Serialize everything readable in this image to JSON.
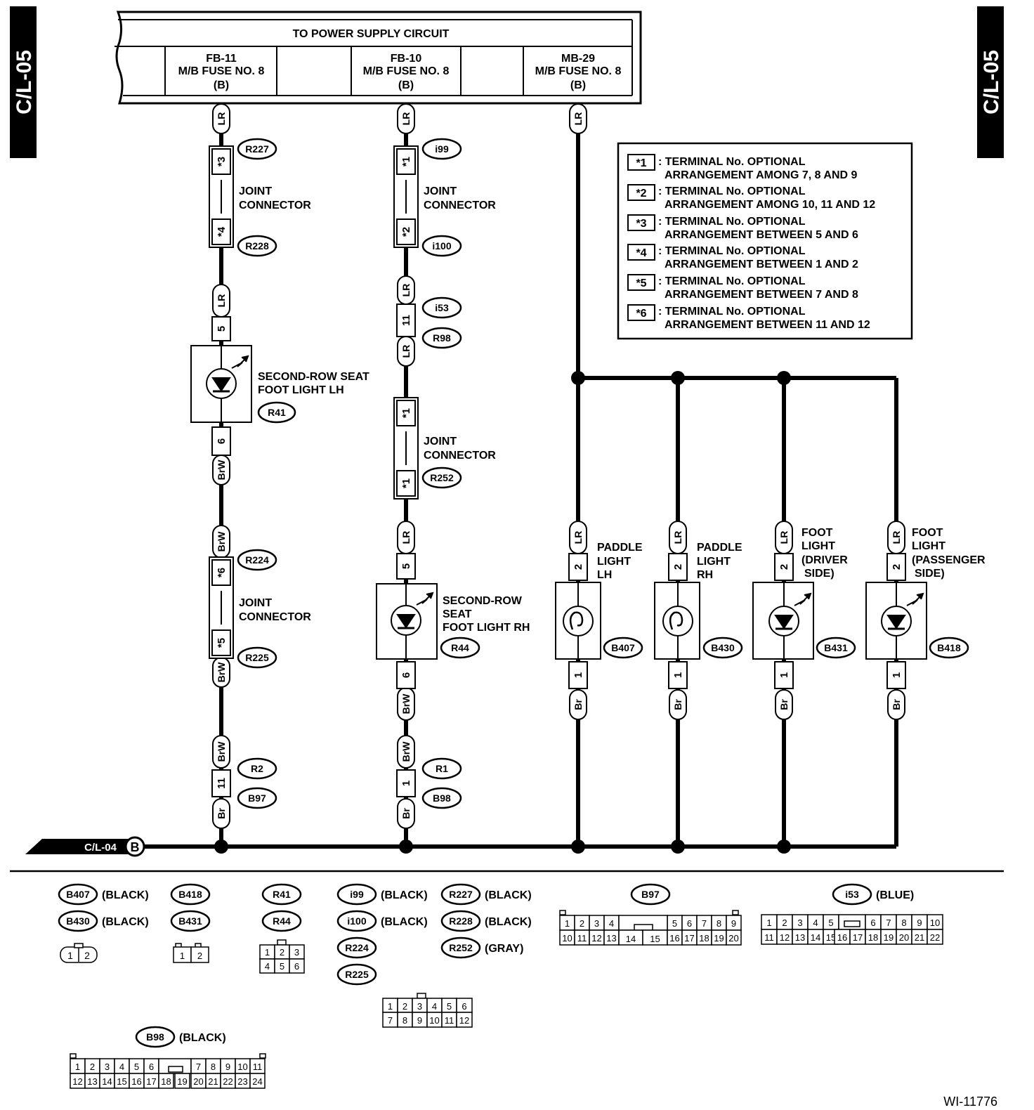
{
  "page_tab": "C/L-05",
  "power_supply": {
    "title": "TO POWER SUPPLY CIRCUIT",
    "fuses": [
      {
        "code": "FB-11",
        "label": "M/B FUSE NO. 8",
        "connector": "(B)"
      },
      {
        "code": "FB-10",
        "label": "M/B FUSE NO. 8",
        "connector": "(B)"
      },
      {
        "code": "MB-29",
        "label": "M/B FUSE NO. 8",
        "connector": "(B)"
      }
    ]
  },
  "legend": [
    {
      "tag": "*1",
      "line1": ": TERMINAL No. OPTIONAL",
      "line2": "ARRANGEMENT AMONG 7, 8 AND 9"
    },
    {
      "tag": "*2",
      "line1": ": TERMINAL No. OPTIONAL",
      "line2": "ARRANGEMENT AMONG 10, 11 AND 12"
    },
    {
      "tag": "*3",
      "line1": ": TERMINAL No. OPTIONAL",
      "line2": "ARRANGEMENT BETWEEN 5 AND 6"
    },
    {
      "tag": "*4",
      "line1": ": TERMINAL No. OPTIONAL",
      "line2": "ARRANGEMENT BETWEEN 1 AND 2"
    },
    {
      "tag": "*5",
      "line1": ": TERMINAL No. OPTIONAL",
      "line2": "ARRANGEMENT BETWEEN 7 AND 8"
    },
    {
      "tag": "*6",
      "line1": ": TERMINAL No. OPTIONAL",
      "line2": "ARRANGEMENT BETWEEN 11 AND 12"
    }
  ],
  "wires": {
    "lr": "LR",
    "brw": "BrW",
    "br": "Br"
  },
  "joint_connector": {
    "line1": "JOINT",
    "line2": "CONNECTOR"
  },
  "pins": {
    "p1": "1",
    "p2": "2",
    "p5": "5",
    "p6": "6",
    "p11": "11",
    "s1": "*1",
    "s2": "*2",
    "s3": "*3",
    "s4": "*4",
    "s5": "*5",
    "s6": "*6"
  },
  "connectors": {
    "R227": "R227",
    "R228": "R228",
    "R224": "R224",
    "R225": "R225",
    "R2": "R2",
    "B97": "B97",
    "R41": "R41",
    "i99": "i99",
    "i100": "i100",
    "i53": "i53",
    "R98": "R98",
    "R252": "R252",
    "R44": "R44",
    "R1": "R1",
    "B98": "B98",
    "B407": "B407",
    "B430": "B430",
    "B431": "B431",
    "B418": "B418"
  },
  "components": {
    "seat_lh": {
      "line1": "SECOND-ROW SEAT",
      "line2": "FOOT LIGHT LH"
    },
    "seat_rh": {
      "line1": "SECOND-ROW",
      "line2": "SEAT",
      "line3": "FOOT LIGHT RH"
    },
    "paddle_lh": {
      "line1": "PADDLE",
      "line2": "LIGHT",
      "line3": "LH"
    },
    "paddle_rh": {
      "line1": "PADDLE",
      "line2": "LIGHT",
      "line3": "RH"
    },
    "foot_driver": {
      "line1": "FOOT",
      "line2": "LIGHT",
      "line3": "(DRIVER",
      "line4": "SIDE)"
    },
    "foot_passenger": {
      "line1": "FOOT",
      "line2": "LIGHT",
      "line3": "(PASSENGER",
      "line4": "SIDE)"
    }
  },
  "ground_ref": {
    "page": "C/L-04",
    "letter": "B"
  },
  "connector_list": {
    "black": "(BLACK)",
    "gray": "(GRAY)",
    "blue": "(BLUE)",
    "g2_pins": [
      "1",
      "2"
    ],
    "g6_top": [
      "1",
      "2",
      "3"
    ],
    "g6_bot": [
      "4",
      "5",
      "6"
    ],
    "g12_top": [
      "1",
      "2",
      "3",
      "4",
      "5",
      "6"
    ],
    "g12_bot": [
      "7",
      "8",
      "9",
      "10",
      "11",
      "12"
    ],
    "b97_top": [
      "1",
      "2",
      "3",
      "4",
      "5",
      "6",
      "7",
      "8",
      "9"
    ],
    "b97_bot": [
      "10",
      "11",
      "12",
      "13",
      "14",
      "15",
      "16",
      "17",
      "18",
      "19",
      "20"
    ],
    "i53_top": [
      "1",
      "2",
      "3",
      "4",
      "5",
      "6",
      "7",
      "8",
      "9",
      "10"
    ],
    "i53_bot": [
      "11",
      "12",
      "13",
      "14",
      "15",
      "16",
      "17",
      "18",
      "19",
      "20",
      "21",
      "22"
    ],
    "b98_top": [
      "1",
      "2",
      "3",
      "4",
      "5",
      "6",
      "7",
      "8",
      "9",
      "10",
      "11"
    ],
    "b98_bot": [
      "12",
      "13",
      "14",
      "15",
      "16",
      "17",
      "18",
      "19",
      "20",
      "21",
      "22",
      "23",
      "24"
    ]
  },
  "figure_id": "WI-11776"
}
